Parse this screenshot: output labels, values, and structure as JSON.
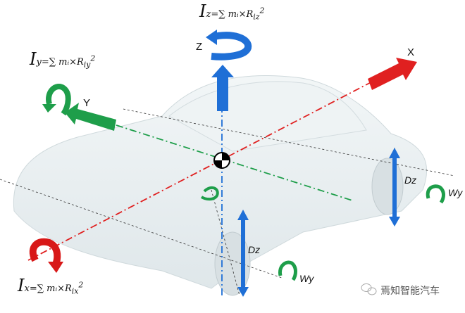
{
  "formulas": {
    "iz": {
      "symbol": "I",
      "sub": "z=∑ mᵢ×R",
      "sub2": "iz",
      "power": "2"
    },
    "iy": {
      "symbol": "I",
      "sub": "y=∑ mᵢ×R",
      "sub2": "iy",
      "power": "2"
    },
    "ix": {
      "symbol": "I",
      "sub": "x=∑ mᵢ×R",
      "sub2": "ix",
      "power": "2"
    }
  },
  "axes": {
    "x": "X",
    "y": "Y",
    "z": "Z"
  },
  "wheel_labels": {
    "dz_rear": "Dz",
    "wy_rear": "Wy",
    "dz_front": "Dz",
    "wy_front": "Wy"
  },
  "watermark": "焉知智能汽车",
  "colors": {
    "x_axis": "#e02020",
    "y_axis": "#1e9e4a",
    "z_axis": "#1f6fd6",
    "car": "#e6eef0"
  }
}
